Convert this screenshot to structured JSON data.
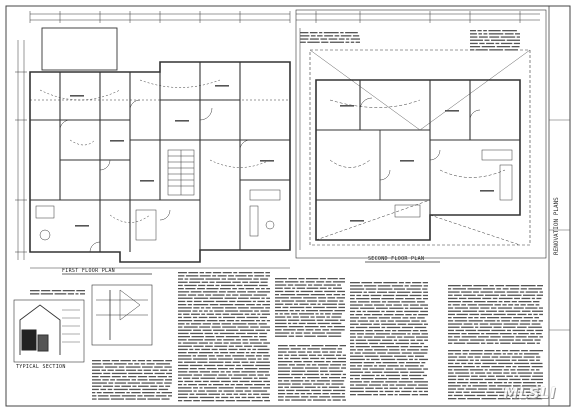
{
  "drawing": {
    "first_floor_caption": "FIRST FLOOR PLAN",
    "second_floor_caption": "SECOND FLOOR PLAN",
    "section_caption": "TYPICAL SECTION",
    "title_block_text": "RENOVATION PLANS",
    "watermark": "MLSLI"
  }
}
